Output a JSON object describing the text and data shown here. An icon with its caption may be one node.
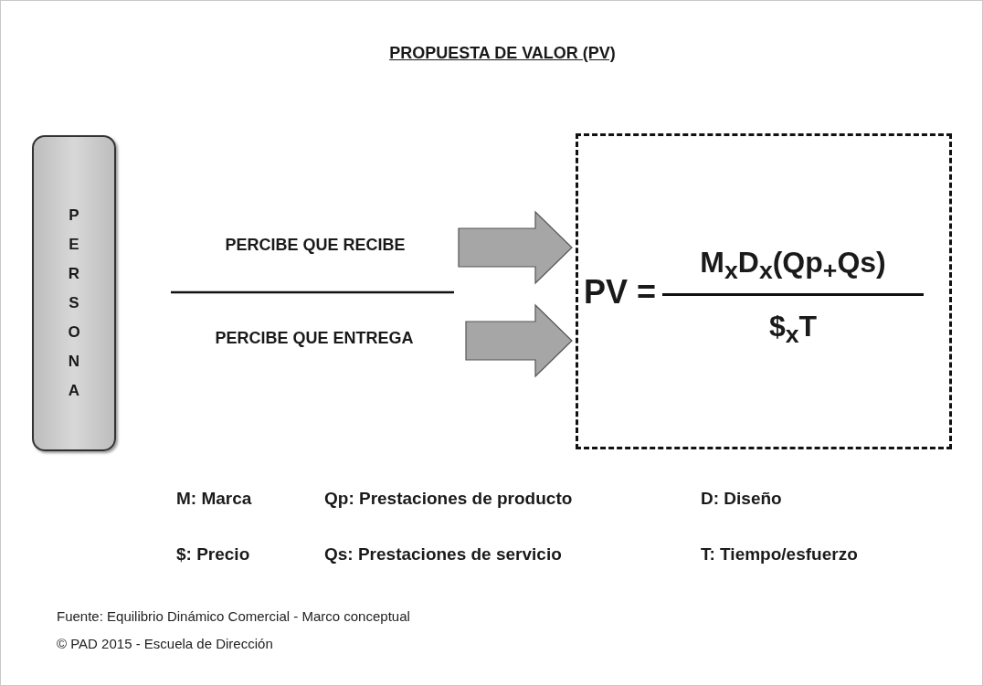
{
  "diagram": {
    "title": "PROPUESTA DE VALOR (PV)",
    "nodes": [
      {
        "text": [
          "PERSONA"
        ]
      },
      {
        "text": [
          "PERCIBE QUE RECIBE"
        ]
      },
      {
        "text": [
          "PERCIBE QUE ENTREGA"
        ]
      },
      {
        "text": [
          "PV =",
          "M$_{x}$D$_{x}$(Qp$_{+}$Qs)",
          "$$_{x}$T"
        ]
      }
    ],
    "edges": [
      {
        "from": 1,
        "to": 3,
        "arrow": "to"
      },
      {
        "from": 2,
        "to": 3,
        "arrow": "to"
      }
    ],
    "labels": [
      "M: Marca",
      "Qp: Prestaciones de producto",
      "D: Diseño",
      "$: Precio",
      "Qs: Prestaciones de servicio",
      "T: Tiempo/esfuerzo",
      "Fuente: Equilibrio Dinámico Comercial - Marco conceptual",
      "© PAD 2015 - Escuela de Dirección"
    ]
  }
}
